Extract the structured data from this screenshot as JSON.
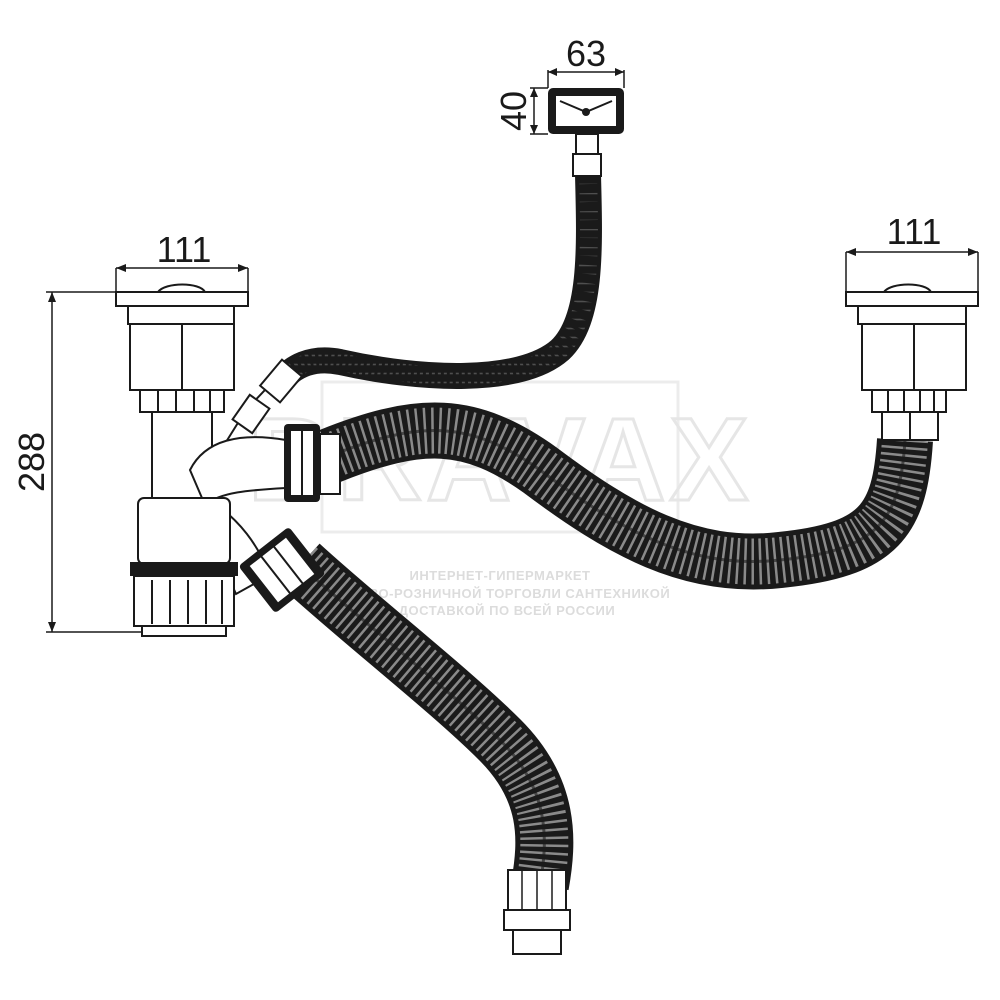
{
  "dimensions": {
    "left_strainer_width": "111",
    "right_strainer_width": "111",
    "overflow_width": "63",
    "overflow_height": "40",
    "total_height": "288"
  },
  "watermark": {
    "logo": "BRAVAX",
    "line1": "ИНТЕРНЕТ-ГИПЕРМАРКЕТ",
    "line2": "ОПТОВО-РОЗНИЧНОЙ ТОРГОВЛИ САНТЕХНИКОЙ",
    "line3": "С ДОСТАВКОЙ ПО ВСЕЙ РОССИИ"
  },
  "colors": {
    "line": "#1a1a1a",
    "hose": "#1a1a1a",
    "watermark": "#e6e6e6"
  }
}
